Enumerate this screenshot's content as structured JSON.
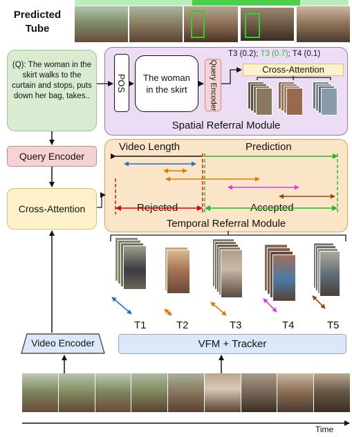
{
  "predicted_tube": {
    "label_line1": "Predicted",
    "label_line2": "Tube"
  },
  "query": {
    "text": "(Q): The woman in the skirt walks to the curtain and stops, puts down her bag, takes.."
  },
  "spatial_module": {
    "pos_label": "POS",
    "phrase": "The woman in the skirt",
    "query_encoder_label": "Query Encoder",
    "scores_prefix": "T3 (0.2); ",
    "scores_highlight": "T3 (0.7)",
    "scores_suffix": "; T4 (0.1)",
    "cross_attention_label": "Cross-Attention",
    "title": "Spatial Referral Module"
  },
  "query_encoder": {
    "label": "Query Encoder"
  },
  "cross_attention": {
    "label": "Cross-Attention"
  },
  "temporal_module": {
    "video_length_label": "Video Length",
    "prediction_label": "Prediction",
    "rejected_label": "Rejected",
    "accepted_label": "Accepted",
    "title": "Temporal Referral Module"
  },
  "tracks": [
    "T1",
    "T2",
    "T3",
    "T4",
    "T5"
  ],
  "video_encoder": {
    "label": "Video Encoder"
  },
  "vfm_tracker": {
    "label": "VFM + Tracker"
  },
  "time_axis": {
    "label": "Time"
  },
  "colors": {
    "spatial_bg": "#ecdcf4",
    "temporal_bg": "#fbe5c8",
    "query_bg": "#d9ecd2",
    "query_encoder_bg": "#f6d3d3",
    "cross_attn_bg": "#fdf1cc",
    "vfm_bg": "#dce8f8",
    "accepted_green": "#22bb22",
    "rejected_red": "#dd0000",
    "blue_arrow": "#1f6fc7",
    "orange_arrow": "#e07b00",
    "magenta_arrow": "#e23be2",
    "brown_arrow": "#9a4a00",
    "highlight_green": "#2fbd2f"
  }
}
